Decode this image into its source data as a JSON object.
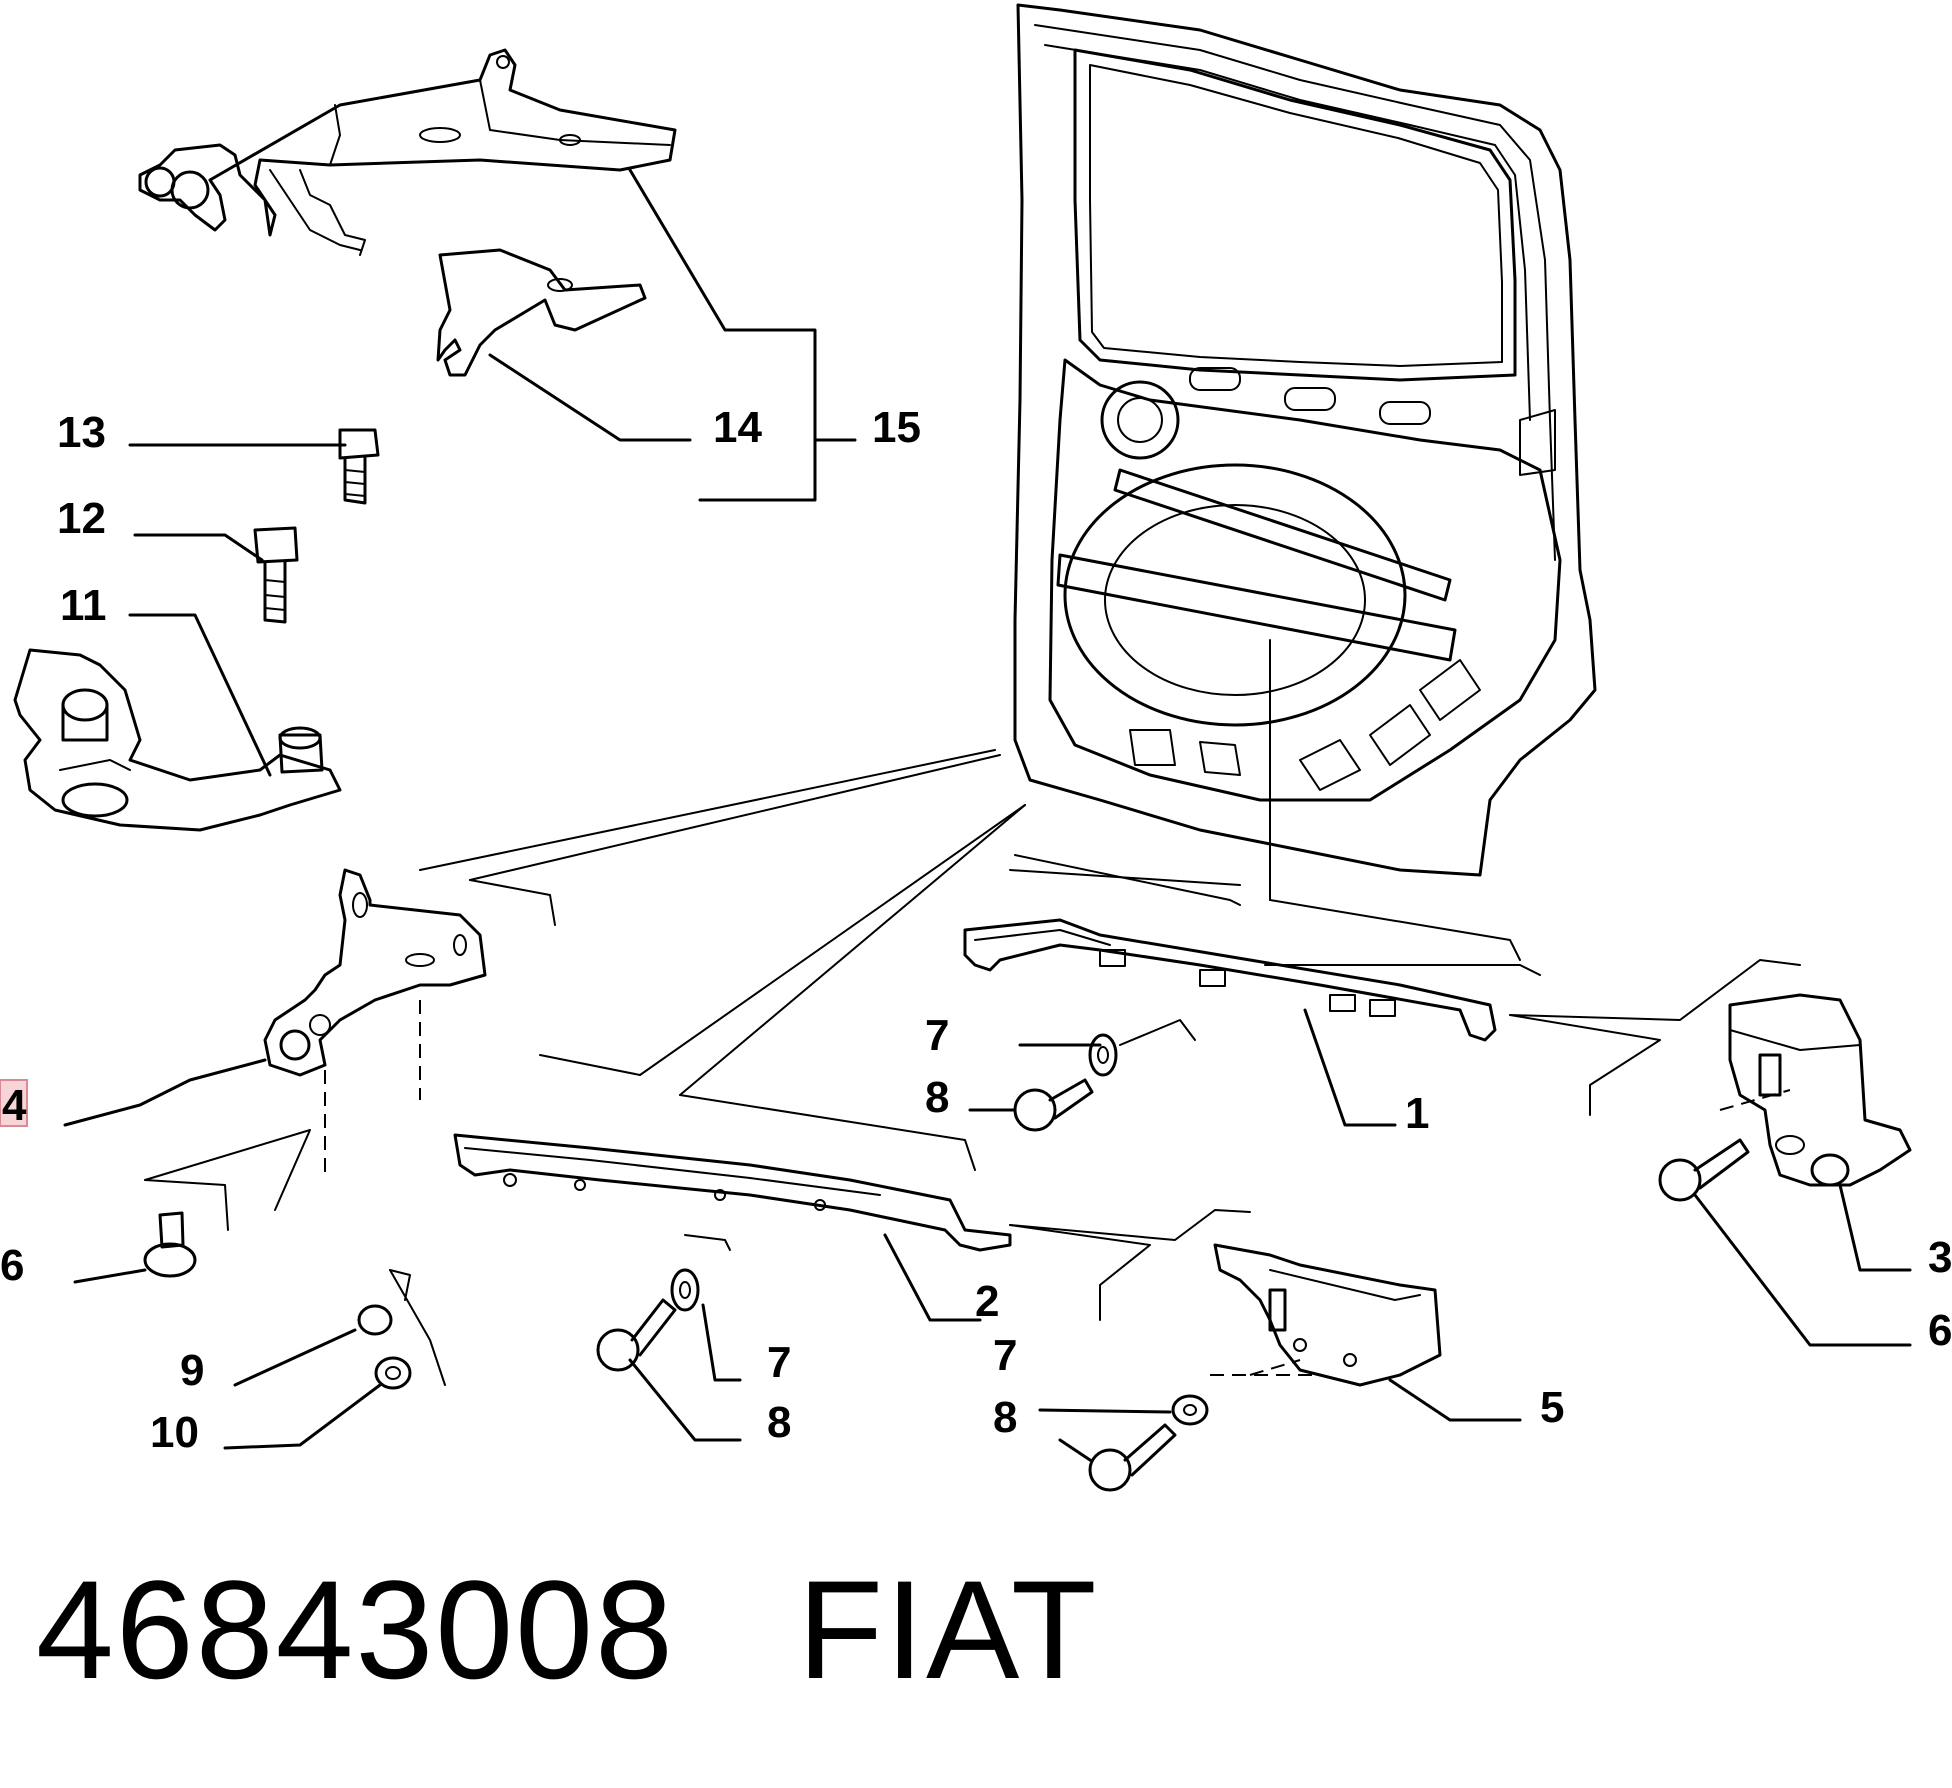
{
  "part_number": "46843008",
  "brand": "FIAT",
  "callouts": {
    "c1": "1",
    "c2": "2",
    "c3": "3",
    "c4": "4",
    "c5": "5",
    "c6_left": "6",
    "c6_right": "6",
    "c7_a": "7",
    "c7_b": "7",
    "c7_c": "7",
    "c8_a": "8",
    "c8_b": "8",
    "c8_c": "8",
    "c9": "9",
    "c10": "10",
    "c11": "11",
    "c12": "12",
    "c13": "13",
    "c14": "14",
    "c15": "15"
  },
  "colors": {
    "line": "#000000",
    "highlight": "#f6d4d8"
  }
}
